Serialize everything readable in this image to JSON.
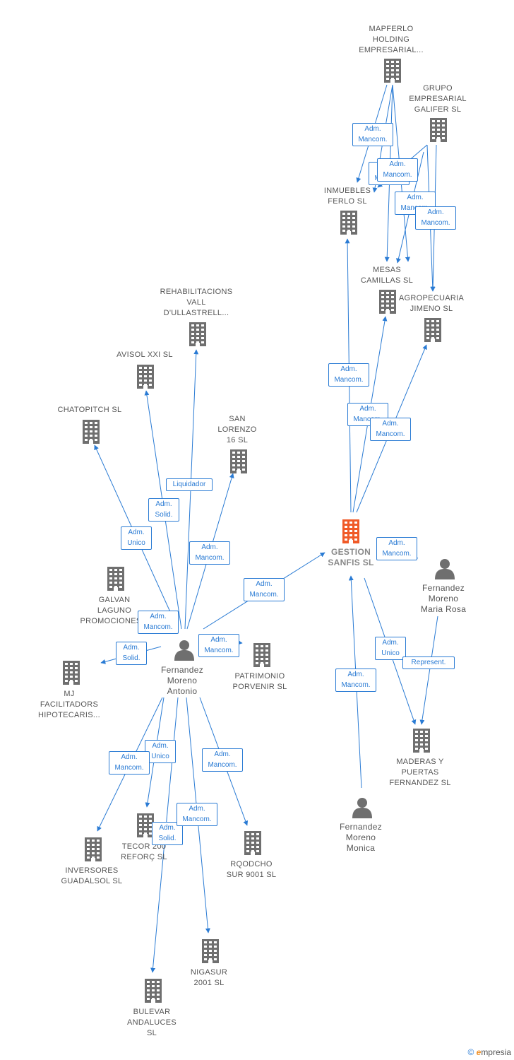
{
  "nodes": [
    {
      "id": "mapferlo",
      "kind": "company",
      "label": [
        "MAPFERLO",
        "HOLDING",
        "EMPRESARIAL..."
      ]
    },
    {
      "id": "galifer",
      "kind": "company",
      "label": [
        "GRUPO",
        "EMPRESARIAL",
        "GALIFER SL"
      ]
    },
    {
      "id": "inmuebles",
      "kind": "company",
      "label": [
        "INMUEBLES",
        "FERLO SL"
      ]
    },
    {
      "id": "mesas",
      "kind": "company",
      "label": [
        "MESAS",
        "CAMILLAS SL"
      ]
    },
    {
      "id": "agropecuaria",
      "kind": "company",
      "label": [
        "AGROPECUARIA",
        "JIMENO SL"
      ]
    },
    {
      "id": "rehab",
      "kind": "company",
      "label": [
        "REHABILITACIONS",
        "VALL",
        "D'ULLASTRELL..."
      ]
    },
    {
      "id": "avisol",
      "kind": "company",
      "label": [
        "AVISOL XXI SL"
      ]
    },
    {
      "id": "chatopitch",
      "kind": "company",
      "label": [
        "CHATOPITCH SL"
      ]
    },
    {
      "id": "sanlorenzo",
      "kind": "company",
      "label": [
        "SAN",
        "LORENZO",
        "16 SL"
      ]
    },
    {
      "id": "gestion",
      "kind": "main",
      "label": [
        "GESTION",
        "SANFIS SL"
      ]
    },
    {
      "id": "fmariarosa",
      "kind": "person",
      "label": [
        "Fernandez",
        "Moreno",
        "Maria Rosa"
      ]
    },
    {
      "id": "galvan",
      "kind": "company",
      "label": [
        "GALVAN",
        "LAGUNO",
        "PROMOCIONES..."
      ]
    },
    {
      "id": "fantonio",
      "kind": "person",
      "label": [
        "Fernandez",
        "Moreno",
        "Antonio"
      ]
    },
    {
      "id": "patrimonio",
      "kind": "company",
      "label": [
        "PATRIMONIO",
        "PORVENIR SL"
      ]
    },
    {
      "id": "mj",
      "kind": "company",
      "label": [
        "MJ",
        "FACILITADORS",
        "HIPOTECARIS..."
      ]
    },
    {
      "id": "maderas",
      "kind": "company",
      "label": [
        "MADERAS Y",
        "PUERTAS",
        "FERNANDEZ SL"
      ]
    },
    {
      "id": "fmonica",
      "kind": "person",
      "label": [
        "Fernandez",
        "Moreno",
        "Monica"
      ]
    },
    {
      "id": "inversores",
      "kind": "company",
      "label": [
        "INVERSORES",
        "GUADALSOL SL"
      ]
    },
    {
      "id": "tecor",
      "kind": "company",
      "label": [
        "TECOR 200",
        "REFORÇ SL"
      ]
    },
    {
      "id": "rqodcho",
      "kind": "company",
      "label": [
        "RQODCHO",
        "SUR 9001 SL"
      ]
    },
    {
      "id": "nigasur",
      "kind": "company",
      "label": [
        "NIGASUR",
        "2001 SL"
      ]
    },
    {
      "id": "bulevar",
      "kind": "company",
      "label": [
        "BULEVAR",
        "ANDALUCES",
        "SL"
      ]
    }
  ],
  "edges": [
    {
      "id": "e1",
      "label": [
        "Adm.",
        "Mancom."
      ]
    },
    {
      "id": "e2",
      "label": [
        "Adm.",
        "Mancom."
      ]
    },
    {
      "id": "e3",
      "label": [
        "Adm.",
        "Mancom."
      ]
    },
    {
      "id": "e4",
      "label": [
        "Adm.",
        "Mancom."
      ]
    },
    {
      "id": "e5",
      "label": [
        "Adm.",
        "Mancom."
      ]
    },
    {
      "id": "e6",
      "label": [
        "Adm.",
        "Mancom."
      ]
    },
    {
      "id": "e7",
      "label": [
        "Adm.",
        "Mancom."
      ]
    },
    {
      "id": "e8",
      "label": [
        "Adm.",
        "Mancom."
      ]
    },
    {
      "id": "e9",
      "label": [
        "Adm.",
        "Mancom."
      ]
    },
    {
      "id": "e10",
      "label": [
        "Adm.",
        "Mancom."
      ]
    },
    {
      "id": "e11",
      "label": [
        "Adm.",
        "Mancom."
      ]
    },
    {
      "id": "e12",
      "label": [
        "Adm.",
        "Mancom."
      ]
    },
    {
      "id": "e13",
      "label": [
        "Adm.",
        "Unico"
      ]
    },
    {
      "id": "e14",
      "label": [
        "Represent."
      ]
    },
    {
      "id": "e15",
      "label": [
        "Adm.",
        "Mancom."
      ]
    },
    {
      "id": "e16",
      "label": [
        "Liquidador"
      ]
    },
    {
      "id": "e17",
      "label": [
        "Adm.",
        "Solid."
      ]
    },
    {
      "id": "e18",
      "label": [
        "Adm.",
        "Unico"
      ]
    },
    {
      "id": "e19",
      "label": [
        "Adm.",
        "Mancom."
      ]
    },
    {
      "id": "e20",
      "label": [
        "Adm.",
        "Mancom."
      ]
    },
    {
      "id": "e21",
      "label": [
        "Adm.",
        "Solid."
      ]
    },
    {
      "id": "e22",
      "label": [
        "Adm.",
        "Mancom."
      ]
    },
    {
      "id": "e23",
      "label": [
        "Adm.",
        "Mancom."
      ]
    },
    {
      "id": "e24",
      "label": [
        "Adm.",
        "Unico"
      ]
    },
    {
      "id": "e25",
      "label": [
        "Adm.",
        "Mancom."
      ]
    },
    {
      "id": "e26",
      "label": [
        "Adm.",
        "Mancom."
      ]
    },
    {
      "id": "e27",
      "label": [
        "Adm.",
        "Solid."
      ]
    }
  ],
  "brand": {
    "copyright": "©",
    "initial": "e",
    "rest": "mpresia"
  },
  "colors": {
    "edge": "#2a7bd4",
    "building": "#6f6f6f",
    "main_building": "#f05a28",
    "person": "#6f6f6f"
  }
}
